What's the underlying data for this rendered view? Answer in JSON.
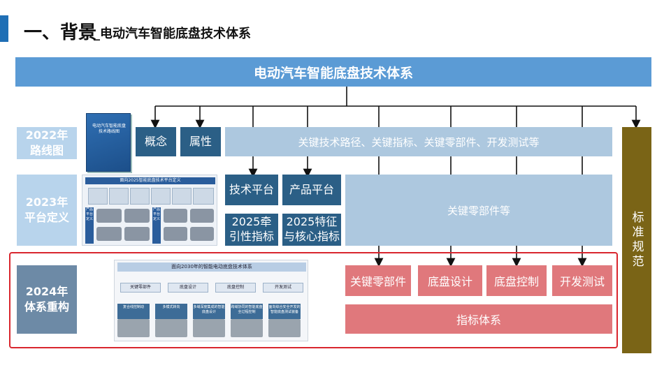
{
  "header": {
    "title_main": "一、背景",
    "title_sub": "_电动汽车智能底盘技术体系"
  },
  "top_bar": "电动汽车智能底盘技术体系",
  "rows": {
    "r2022": {
      "label": "2022年\n路线图",
      "boxes": [
        "概念",
        "属性"
      ],
      "wide": "关键技术路径、关键指标、关键零部件、开发测试等",
      "book_title": "电动汽车智能底盘\n技术路线图"
    },
    "r2023": {
      "label": "2023年\n平台定义",
      "boxes": [
        "技术平台",
        "产品平台",
        "2025牵\n引性指标",
        "2025特征\n与核心指标"
      ],
      "wide": "关键零部件等",
      "thumb_title": "面向2025智能底盘技术平台定义",
      "thumb_cols": [
        "产品\n平台\n定义",
        "产品\n平台\n定义"
      ]
    },
    "r2024": {
      "label": "2024年\n体系重构",
      "boxes": [
        "关键零部件",
        "底盘设计",
        "底盘控制",
        "开发测试"
      ],
      "wide": "指标体系",
      "thumb_title": "面向2030年的智能电动底盘技术体系",
      "thumb_cats": [
        "关键零部件",
        "底盘设计",
        "底盘控制",
        "开发测试"
      ],
      "thumb_subs": [
        "复合线控制动",
        "多模式转向",
        "多域深度集成的智能\n底盘设计",
        "跨域协同的智能底盘\n全过程控制",
        "面向综合安全开发的\n智能底盘测试装备"
      ]
    }
  },
  "standard": "标准规范",
  "colors": {
    "accent": "#1f6fb5",
    "header_bar": "#5b9bd5",
    "dark_box": "#2b5f86",
    "light_box": "#adc8df",
    "red_box": "#e0787c",
    "red_frame": "#d9262e",
    "standard_bar": "#7a6416"
  }
}
